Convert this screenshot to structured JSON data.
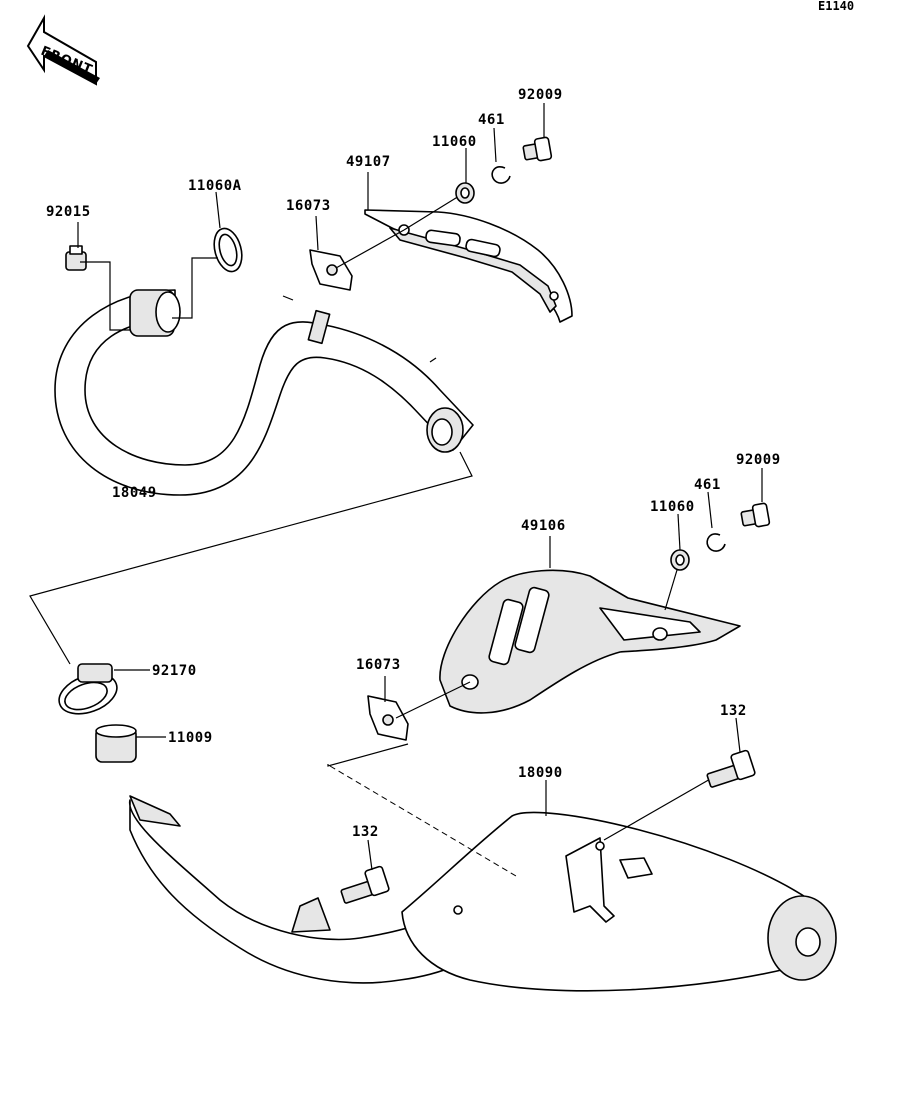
{
  "diagram_ref": "E1140",
  "front_badge": {
    "text": "FRONT",
    "icon": "front-arrow-icon"
  },
  "parts": [
    {
      "key": "p92015",
      "number": "92015"
    },
    {
      "key": "p11060a",
      "number": "11060A"
    },
    {
      "key": "p16073_top",
      "number": "16073"
    },
    {
      "key": "p49107",
      "number": "49107"
    },
    {
      "key": "p11060_top",
      "number": "11060"
    },
    {
      "key": "p461_top",
      "number": "461"
    },
    {
      "key": "p92009_top",
      "number": "92009"
    },
    {
      "key": "p18049",
      "number": "18049"
    },
    {
      "key": "p49106",
      "number": "49106"
    },
    {
      "key": "p11060_mid",
      "number": "11060"
    },
    {
      "key": "p461_mid",
      "number": "461"
    },
    {
      "key": "p92009_mid",
      "number": "92009"
    },
    {
      "key": "p92170",
      "number": "92170"
    },
    {
      "key": "p16073_mid",
      "number": "16073"
    },
    {
      "key": "p11009",
      "number": "11009"
    },
    {
      "key": "p132_right",
      "number": "132"
    },
    {
      "key": "p18090",
      "number": "18090"
    },
    {
      "key": "p132_left",
      "number": "132"
    }
  ]
}
